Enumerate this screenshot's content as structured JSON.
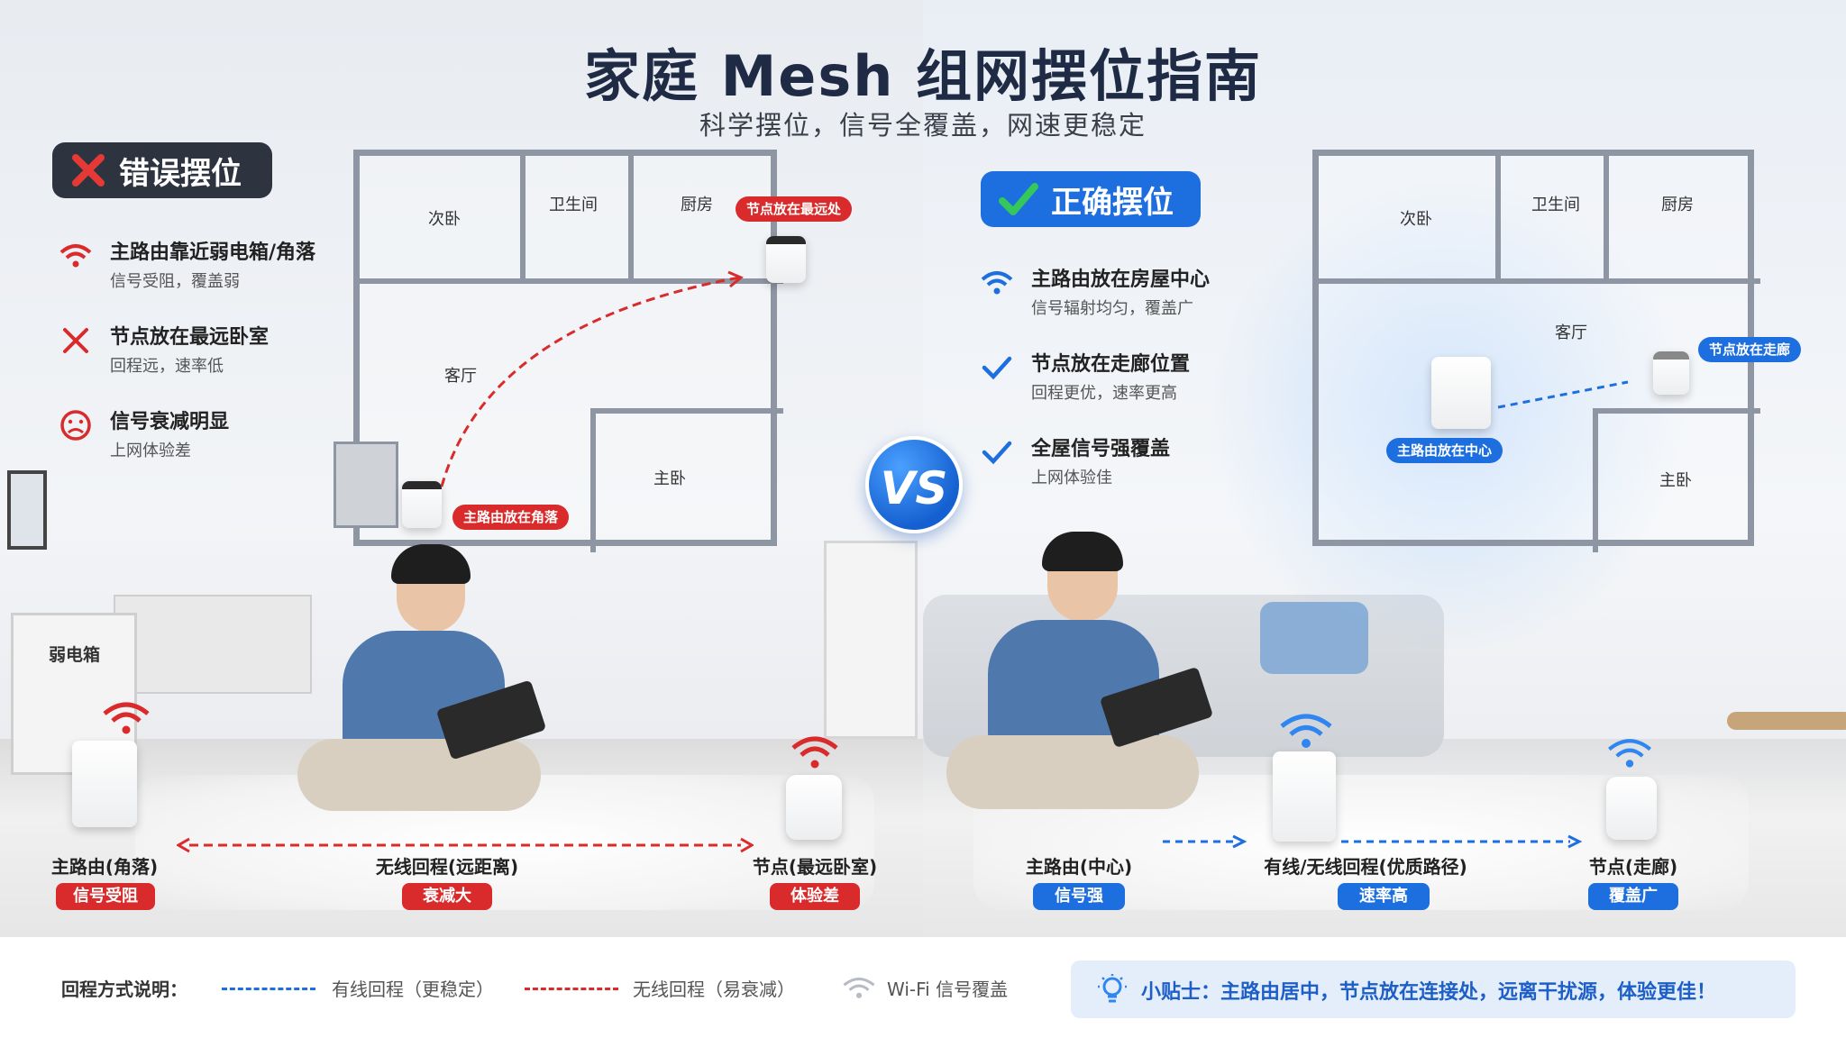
{
  "title": "家庭 Mesh 组网摆位指南",
  "subtitle": "科学摆位，信号全覆盖，网速更稳定",
  "wrong": {
    "badge": "错误摆位",
    "tips": [
      {
        "icon": "wifi-weak-icon",
        "title": "主路由靠近弱电箱/角落",
        "desc": "信号受阻，覆盖弱"
      },
      {
        "icon": "cross-icon",
        "title": "节点放在最远卧室",
        "desc": "回程远，速率低"
      },
      {
        "icon": "sad-face-icon",
        "title": "信号衰减明显",
        "desc": "上网体验差"
      }
    ],
    "plan": {
      "rooms": [
        "次卧",
        "卫生间",
        "厨房",
        "客厅",
        "主卧"
      ],
      "node_tag": "节点放在最远处",
      "router_tag": "主路由放在角落"
    },
    "weak_box_label": "弱电箱",
    "captions": [
      {
        "label": "主路由(角落)",
        "pill": "信号受阻"
      },
      {
        "label": "无线回程(远距离)",
        "pill": "衰减大"
      },
      {
        "label": "节点(最远卧室)",
        "pill": "体验差"
      }
    ]
  },
  "vs": "VS",
  "right": {
    "badge": "正确摆位",
    "tips": [
      {
        "icon": "wifi-strong-icon",
        "title": "主路由放在房屋中心",
        "desc": "信号辐射均匀，覆盖广"
      },
      {
        "icon": "check-icon",
        "title": "节点放在走廊位置",
        "desc": "回程更优，速率更高"
      },
      {
        "icon": "check-icon",
        "title": "全屋信号强覆盖",
        "desc": "上网体验佳"
      }
    ],
    "plan": {
      "rooms": [
        "次卧",
        "卫生间",
        "厨房",
        "客厅",
        "主卧"
      ],
      "node_tag": "节点放在走廊",
      "router_tag": "主路由放在中心"
    },
    "captions": [
      {
        "label": "主路由(中心)",
        "pill": "信号强"
      },
      {
        "label": "有线/无线回程(优质路径)",
        "pill": "速率高"
      },
      {
        "label": "节点(走廊)",
        "pill": "覆盖广"
      }
    ]
  },
  "legend": {
    "title": "回程方式说明：",
    "wired": "有线回程（更稳定）",
    "wireless": "无线回程（易衰减）",
    "wifi": "Wi-Fi 信号覆盖",
    "tip": "小贴士：主路由居中，节点放在连接处，远离干扰源，体验更佳！"
  },
  "colors": {
    "red": "#d92b2b",
    "blue": "#1d6fe0",
    "dark": "#2d3440",
    "wall": "#8e96a3"
  }
}
